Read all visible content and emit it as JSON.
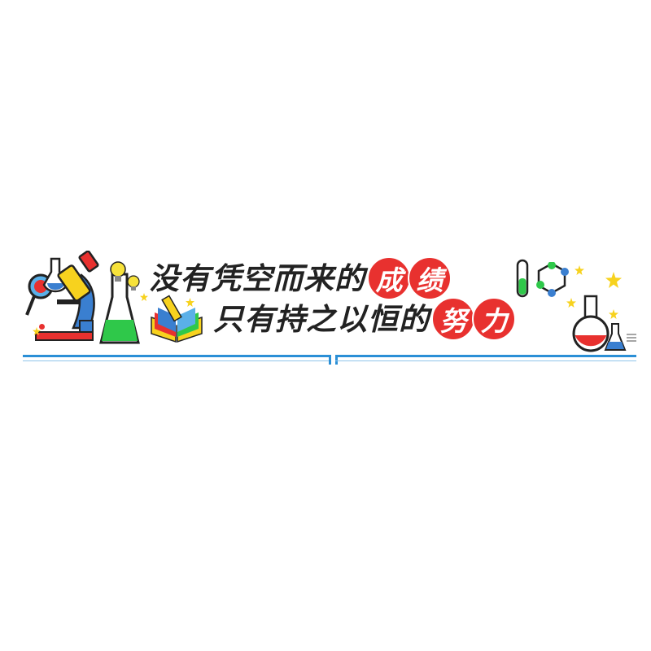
{
  "slogan": {
    "line1_plain": "没有凭空而来的",
    "line1_highlight": [
      "成",
      "绩"
    ],
    "line2_plain": "只有持之以恒的",
    "line2_highlight": [
      "努",
      "力"
    ]
  },
  "colors": {
    "highlight_circle": "#e8312f",
    "rail": "#2b8fd6",
    "text": "#222222"
  },
  "icons": [
    "magnifier-flask-icon",
    "microscope-icon",
    "lightbulb-icon",
    "beaker-icon",
    "book-pencil-icon",
    "test-tube-icon",
    "molecule-icon",
    "round-flask-icon",
    "small-flask-icon",
    "star-icon"
  ]
}
